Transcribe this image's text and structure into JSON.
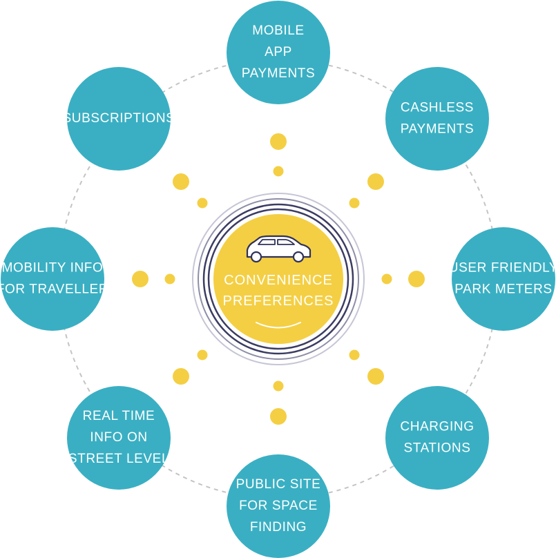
{
  "center": {
    "lines": [
      "CONVENIENCE",
      "PREFERENCES"
    ],
    "icon": "car-icon"
  },
  "nodes": [
    {
      "id": "mobile-app-payments",
      "lines": [
        "MOBILE",
        "APP",
        "PAYMENTS"
      ]
    },
    {
      "id": "cashless-payments",
      "lines": [
        "CASHLESS",
        "PAYMENTS"
      ]
    },
    {
      "id": "user-friendly-park-meters",
      "lines": [
        "USER FRIENDLY",
        "PARK METERS"
      ]
    },
    {
      "id": "charging-stations",
      "lines": [
        "CHARGING",
        "STATIONS"
      ]
    },
    {
      "id": "public-site-for-space-finding",
      "lines": [
        "PUBLIC SITE",
        "FOR SPACE",
        "FINDING"
      ]
    },
    {
      "id": "real-time-info-on-street-level",
      "lines": [
        "REAL TIME",
        "INFO ON",
        "STREET LEVEL"
      ]
    },
    {
      "id": "mobility-info-for-traveller",
      "lines": [
        "MOBILITY INFO",
        "FOR TRAVELLER"
      ]
    },
    {
      "id": "subscriptions",
      "lines": [
        "SUBSCRIPTIONS"
      ]
    }
  ],
  "colors": {
    "node": "#3aafc3",
    "center": "#f4cf43",
    "dot": "#f4cf43",
    "ring_dark": "#3b3c63",
    "ring_light": "#c5c5d6",
    "orbit": "#c4c4c4",
    "text": "#ffffff"
  }
}
